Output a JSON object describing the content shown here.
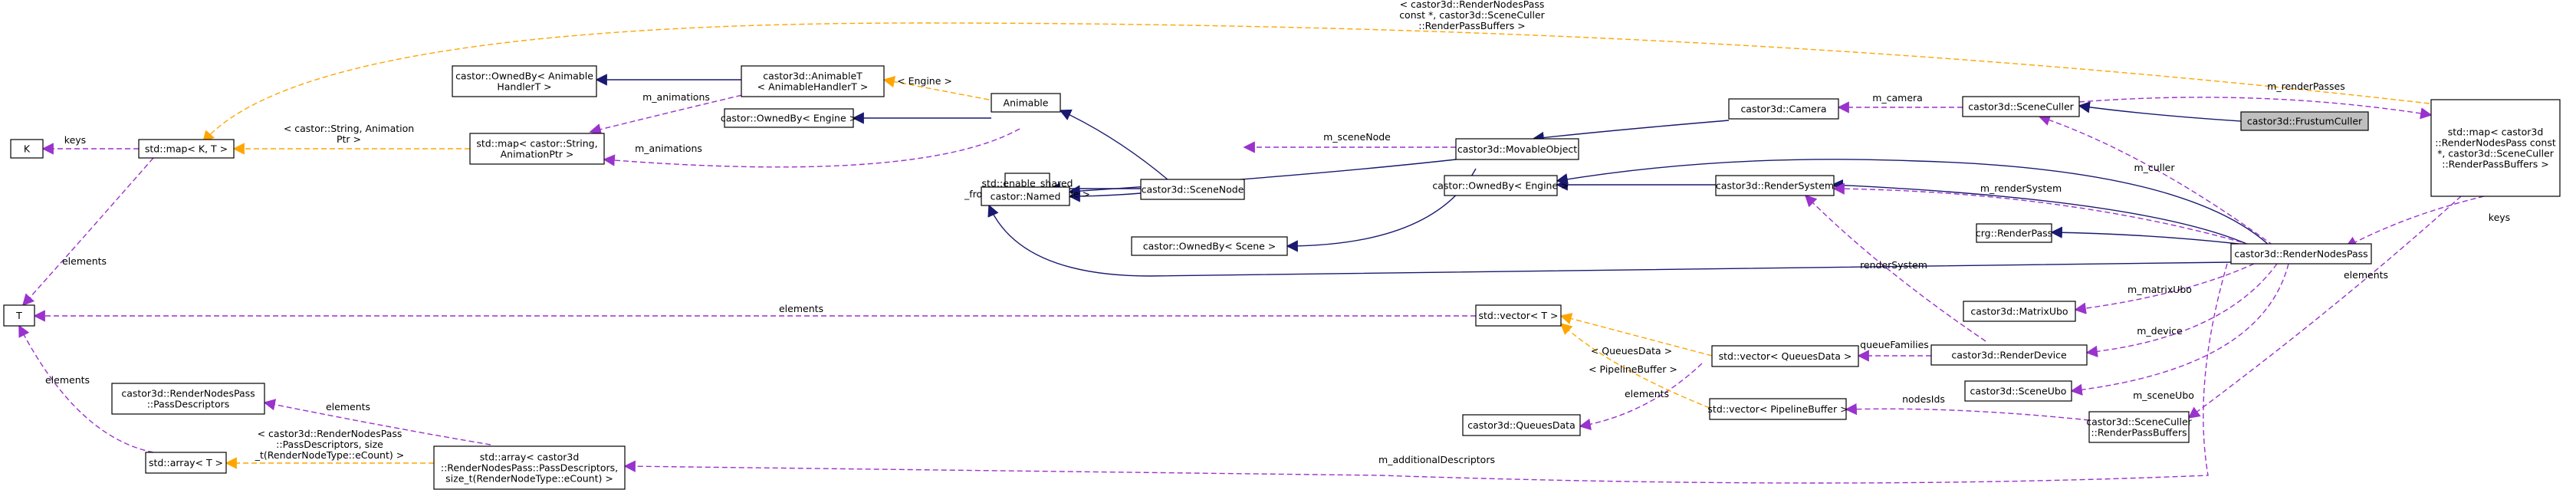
{
  "colors": {
    "inheritance": "#191970",
    "usage": "#9a32cd",
    "template": "#ffa500",
    "highlight": "#bfbfbf"
  },
  "nodes": [
    {
      "id": "K",
      "lines": [
        "K"
      ]
    },
    {
      "id": "stdmap_KT",
      "lines": [
        "std::map< K, T >"
      ]
    },
    {
      "id": "T",
      "lines": [
        "T"
      ]
    },
    {
      "id": "PassDescriptors",
      "lines": [
        "castor3d::RenderNodesPass",
        "::PassDescriptors"
      ]
    },
    {
      "id": "stdarray_T",
      "lines": [
        "std::array< T >"
      ]
    },
    {
      "id": "stdarray_pd",
      "lines": [
        "std::array< castor3d",
        "::RenderNodesPass::PassDescriptors,",
        "size_t(RenderNodeType::eCount) >"
      ]
    },
    {
      "id": "OwnedByAnimHandler",
      "lines": [
        "castor::OwnedBy< Animable",
        "HandlerT >"
      ]
    },
    {
      "id": "AnimableT",
      "lines": [
        "castor3d::AnimableT",
        "< AnimableHandlerT >"
      ]
    },
    {
      "id": "stdmap_anim",
      "lines": [
        "std::map< castor::String,",
        "AnimationPtr >"
      ]
    },
    {
      "id": "Animable",
      "lines": [
        "Animable"
      ]
    },
    {
      "id": "OwnedByEngine1",
      "lines": [
        "castor::OwnedBy< Engine >"
      ]
    },
    {
      "id": "enable_shared",
      "lines": [
        "std::enable_shared",
        "_from_this< SceneNode >"
      ]
    },
    {
      "id": "Named",
      "lines": [
        "castor::Named"
      ]
    },
    {
      "id": "SceneNode",
      "lines": [
        "castor3d::SceneNode"
      ]
    },
    {
      "id": "OwnedByScene",
      "lines": [
        "castor::OwnedBy< Scene >"
      ]
    },
    {
      "id": "MovableObject",
      "lines": [
        "castor3d::MovableObject"
      ]
    },
    {
      "id": "OwnedByEngine2",
      "lines": [
        "castor::OwnedBy< Engine >"
      ]
    },
    {
      "id": "Camera",
      "lines": [
        "castor3d::Camera"
      ]
    },
    {
      "id": "RenderSystem",
      "lines": [
        "castor3d::RenderSystem"
      ]
    },
    {
      "id": "SceneCuller",
      "lines": [
        "castor3d::SceneCuller"
      ]
    },
    {
      "id": "FrustumCuller",
      "lines": [
        "castor3d::FrustumCuller"
      ],
      "highlight": true
    },
    {
      "id": "crgRenderPass",
      "lines": [
        "crg::RenderPass"
      ]
    },
    {
      "id": "RenderNodesPass",
      "lines": [
        "castor3d::RenderNodesPass"
      ]
    },
    {
      "id": "MatrixUbo",
      "lines": [
        "castor3d::MatrixUbo"
      ]
    },
    {
      "id": "RenderDevice",
      "lines": [
        "castor3d::RenderDevice"
      ]
    },
    {
      "id": "SceneUbo",
      "lines": [
        "castor3d::SceneUbo"
      ]
    },
    {
      "id": "RenderPassBuffers",
      "lines": [
        "castor3d::SceneCuller",
        "::RenderPassBuffers"
      ]
    },
    {
      "id": "stdvector_T",
      "lines": [
        "std::vector< T >"
      ]
    },
    {
      "id": "stdvector_QD",
      "lines": [
        "std::vector< QueuesData >"
      ]
    },
    {
      "id": "QueuesData",
      "lines": [
        "castor3d::QueuesData"
      ]
    },
    {
      "id": "stdvector_PB",
      "lines": [
        "std::vector< PipelineBuffer >"
      ]
    },
    {
      "id": "stdmap_rp",
      "lines": [
        "std::map< castor3d",
        "::RenderNodesPass const",
        " *, castor3d::SceneCuller",
        "::RenderPassBuffers >"
      ]
    }
  ],
  "edges": [
    {
      "id": "e_keys_K",
      "lines": [
        "keys"
      ]
    },
    {
      "id": "e_map_rp_template",
      "lines": [
        "< castor3d::RenderNodesPass",
        "const *, castor3d::SceneCuller",
        "::RenderPassBuffers >"
      ]
    },
    {
      "id": "e_map_anim_template",
      "lines": [
        "< castor::String, Animation",
        "Ptr >"
      ]
    },
    {
      "id": "e_elements_T_map",
      "lines": [
        "elements"
      ]
    },
    {
      "id": "e_elements_T_vec",
      "lines": [
        "elements"
      ]
    },
    {
      "id": "e_elements_T_arr",
      "lines": [
        "elements"
      ]
    },
    {
      "id": "e_elements_PD",
      "lines": [
        "elements"
      ]
    },
    {
      "id": "e_array_template",
      "lines": [
        "< castor3d::RenderNodesPass",
        "::PassDescriptors, size",
        "_t(RenderNodeType::eCount) >"
      ]
    },
    {
      "id": "e_m_animations1",
      "lines": [
        "m_animations"
      ]
    },
    {
      "id": "e_m_animations2",
      "lines": [
        "m_animations"
      ]
    },
    {
      "id": "e_engine_template",
      "lines": [
        "< Engine >"
      ]
    },
    {
      "id": "e_m_sceneNode",
      "lines": [
        "m_sceneNode"
      ]
    },
    {
      "id": "e_m_camera",
      "lines": [
        "m_camera"
      ]
    },
    {
      "id": "e_m_renderPasses",
      "lines": [
        "m_renderPasses"
      ]
    },
    {
      "id": "e_m_culler",
      "lines": [
        "m_culler"
      ]
    },
    {
      "id": "e_keys_rnp",
      "lines": [
        "keys"
      ]
    },
    {
      "id": "e_m_renderSystem",
      "lines": [
        "m_renderSystem"
      ]
    },
    {
      "id": "e_renderSystem",
      "lines": [
        "renderSystem"
      ]
    },
    {
      "id": "e_m_matrixUbo",
      "lines": [
        "m_matrixUbo"
      ]
    },
    {
      "id": "e_m_device",
      "lines": [
        "m_device"
      ]
    },
    {
      "id": "e_m_sceneUbo",
      "lines": [
        "m_sceneUbo"
      ]
    },
    {
      "id": "e_elements_rpb",
      "lines": [
        "elements"
      ]
    },
    {
      "id": "e_queueFamilies",
      "lines": [
        "queueFamilies"
      ]
    },
    {
      "id": "e_queuesdata_template",
      "lines": [
        "< QueuesData >"
      ]
    },
    {
      "id": "e_pipeline_template",
      "lines": [
        "< PipelineBuffer >"
      ]
    },
    {
      "id": "e_elements_qd",
      "lines": [
        "elements"
      ]
    },
    {
      "id": "e_nodesIds",
      "lines": [
        "nodesIds"
      ]
    },
    {
      "id": "e_m_additionalDescriptors",
      "lines": [
        "m_additionalDescriptors"
      ]
    }
  ]
}
